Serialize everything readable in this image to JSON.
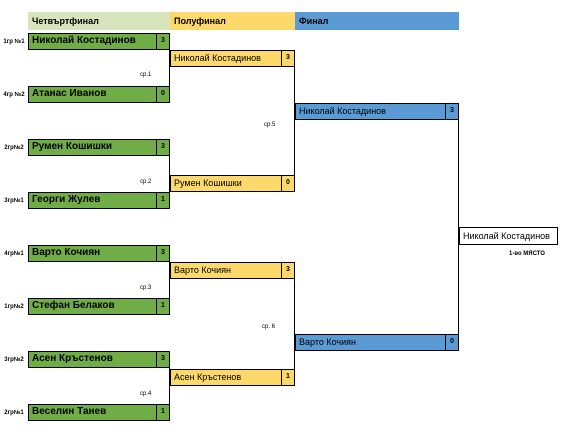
{
  "headers": {
    "quarterfinal": "Четвъртфинал",
    "semifinal": "Полуфинал",
    "final": "Финал"
  },
  "quarterfinals": [
    {
      "seed": "1гр №1",
      "name": "Николай Костадинов",
      "score": "3"
    },
    {
      "seed": "4гр №2",
      "name": "Атанас Иванов",
      "score": "0"
    },
    {
      "seed": "2гр№2",
      "name": "Румен Кошишки",
      "score": "3"
    },
    {
      "seed": "3гр№1",
      "name": "Георги Жулев",
      "score": "1"
    },
    {
      "seed": "4гр№1",
      "name": "Варто Кочиян",
      "score": "3"
    },
    {
      "seed": "1гр№2",
      "name": "Стефан Белаков",
      "score": "1"
    },
    {
      "seed": "3гр№2",
      "name": "Асен Кръстенов",
      "score": "3"
    },
    {
      "seed": "2гр№1",
      "name": "Веселин Танев",
      "score": "1"
    }
  ],
  "semifinals": [
    {
      "name": "Николай Костадинов",
      "score": "3"
    },
    {
      "name": "Румен Кошишки",
      "score": "0"
    },
    {
      "name": "Варто Кочиян",
      "score": "3"
    },
    {
      "name": "Асен Кръстенов",
      "score": "1"
    }
  ],
  "finals": [
    {
      "name": "Николай Костадинов",
      "score": "3"
    },
    {
      "name": "Варто Кочиян",
      "score": "0"
    }
  ],
  "winner": {
    "name": "Николай Костадинов",
    "place": "1-во МЯСТО"
  },
  "match_labels": [
    "ср.1",
    "ср.2",
    "ср.3",
    "ср.4",
    "ср.5",
    "ср. 6"
  ],
  "colors": {
    "quarterfinal_header": "#d7e4bc",
    "quarterfinal_box": "#70ad47",
    "semifinal": "#fcd96a",
    "final": "#5b9bd5"
  }
}
